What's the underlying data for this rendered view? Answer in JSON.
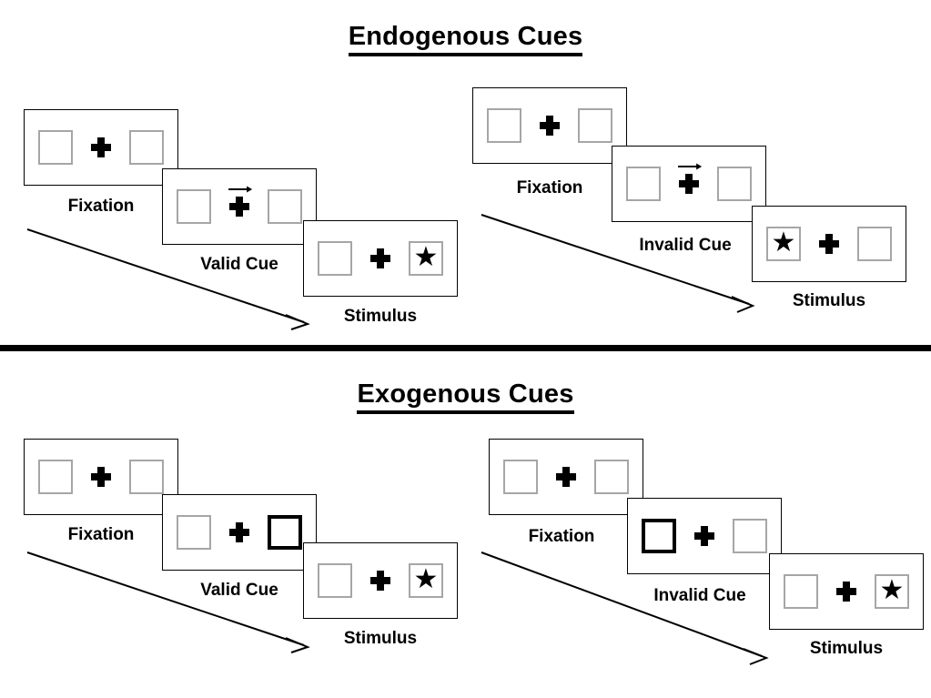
{
  "figure": {
    "title_endogenous": "Endogenous Cues",
    "title_exogenous": "Exogenous Cues",
    "divider_color": "#000000",
    "box_border_color": "#a6a6a6",
    "cued_box_border_color": "#000000",
    "panel_border_color": "#000000",
    "star_glyph": "★"
  },
  "sections": [
    {
      "id": "endogenous",
      "title": "Endogenous Cues",
      "columns": [
        {
          "id": "endogenous-valid",
          "validity": "valid",
          "panels": [
            {
              "id": "endo-valid-fixation",
              "caption": "Fixation",
              "cue_type": "none",
              "left_box": "empty",
              "right_box": "empty"
            },
            {
              "id": "endo-valid-cue",
              "caption": "Valid Cue",
              "cue_type": "arrow-right",
              "left_box": "empty",
              "right_box": "empty"
            },
            {
              "id": "endo-valid-stimulus",
              "caption": "Stimulus",
              "cue_type": "none",
              "left_box": "empty",
              "right_box": "star"
            }
          ]
        },
        {
          "id": "endogenous-invalid",
          "validity": "invalid",
          "panels": [
            {
              "id": "endo-invalid-fixation",
              "caption": "Fixation",
              "cue_type": "none",
              "left_box": "empty",
              "right_box": "empty"
            },
            {
              "id": "endo-invalid-cue",
              "caption": "Invalid Cue",
              "cue_type": "arrow-right",
              "left_box": "empty",
              "right_box": "empty"
            },
            {
              "id": "endo-invalid-stimulus",
              "caption": "Stimulus",
              "cue_type": "none",
              "left_box": "star",
              "right_box": "empty"
            }
          ]
        }
      ]
    },
    {
      "id": "exogenous",
      "title": "Exogenous Cues",
      "columns": [
        {
          "id": "exogenous-valid",
          "validity": "valid",
          "panels": [
            {
              "id": "exo-valid-fixation",
              "caption": "Fixation",
              "cue_type": "none",
              "left_box": "empty",
              "right_box": "empty"
            },
            {
              "id": "exo-valid-cue",
              "caption": "Valid Cue",
              "cue_type": "peripheral-right",
              "left_box": "empty",
              "right_box": "cued"
            },
            {
              "id": "exo-valid-stimulus",
              "caption": "Stimulus",
              "cue_type": "none",
              "left_box": "empty",
              "right_box": "star"
            }
          ]
        },
        {
          "id": "exogenous-invalid",
          "validity": "invalid",
          "panels": [
            {
              "id": "exo-invalid-fixation",
              "caption": "Fixation",
              "cue_type": "none",
              "left_box": "empty",
              "right_box": "empty"
            },
            {
              "id": "exo-invalid-cue",
              "caption": "Invalid Cue",
              "cue_type": "peripheral-left",
              "left_box": "cued",
              "right_box": "empty"
            },
            {
              "id": "exo-invalid-stimulus",
              "caption": "Stimulus",
              "cue_type": "none",
              "left_box": "empty",
              "right_box": "star"
            }
          ]
        }
      ]
    }
  ],
  "captions": {
    "fixation": "Fixation",
    "valid_cue": "Valid Cue",
    "invalid_cue": "Invalid Cue",
    "stimulus": "Stimulus"
  }
}
